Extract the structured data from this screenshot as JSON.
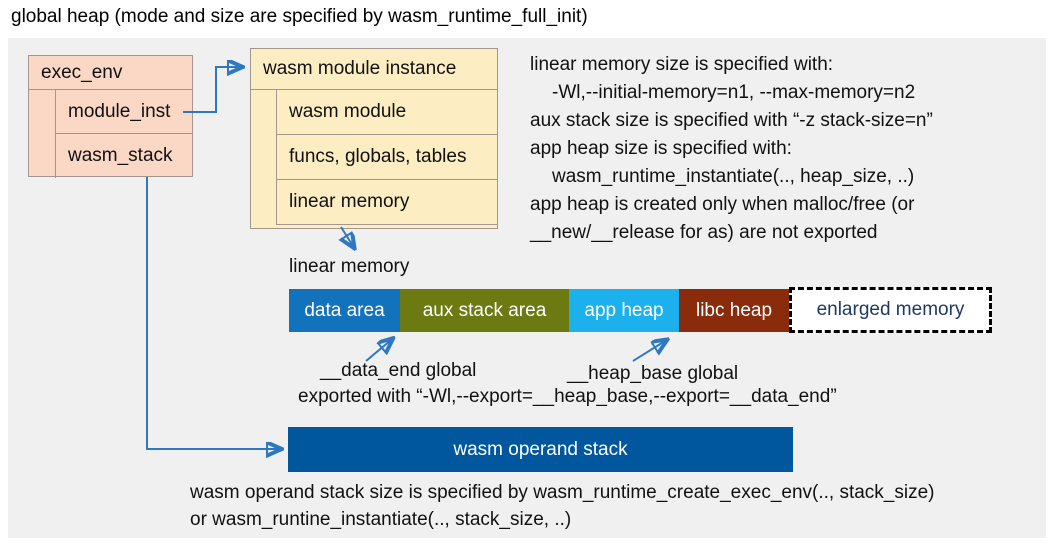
{
  "title": "global heap (mode and size are specified by wasm_runtime_full_init)",
  "exec_env": {
    "header": "exec_env",
    "rows": [
      "module_inst",
      "wasm_stack"
    ]
  },
  "module_instance": {
    "header": "wasm module instance",
    "rows": [
      "wasm module",
      "funcs, globals, tables",
      "linear memory"
    ]
  },
  "notes": {
    "lines": [
      "linear memory size is specified with:",
      "-Wl,--initial-memory=n1, --max-memory=n2",
      "aux stack size is specified with “-z stack-size=n”",
      "app heap size is specified with:",
      "wasm_runtime_instantiate(.., heap_size, ..)",
      "app heap is created only when malloc/free (or",
      "__new/__release for as) are not exported"
    ]
  },
  "linear_memory": {
    "caption": "linear memory",
    "segments": [
      {
        "label": "data area",
        "color": "#1272BC"
      },
      {
        "label": "aux stack area",
        "color": "#6C7A11"
      },
      {
        "label": "app heap",
        "color": "#1CB0EC"
      },
      {
        "label": "libc heap",
        "color": "#8A2B0B"
      }
    ],
    "enlarged": {
      "label": "enlarged memory",
      "text_color": "#1F3864"
    }
  },
  "annotations": {
    "data_end": "__data_end global",
    "heap_base": "__heap_base global",
    "exported": "exported with “-Wl,--export=__heap_base,--export=__data_end”"
  },
  "operand_stack": {
    "label": "wasm operand stack",
    "color": "#00579D"
  },
  "bottom_note": {
    "line1": "wasm operand stack size is specified by wasm_runtime_create_exec_env(.., stack_size)",
    "line2": "or wasm_runtine_instantiate(.., stack_size, ..)"
  },
  "colors": {
    "panel_bg": "#F0F0F0",
    "exec_env_fill": "#FBD8C6",
    "module_instance_fill": "#FCEDC3",
    "arrow": "#2E78C2"
  }
}
